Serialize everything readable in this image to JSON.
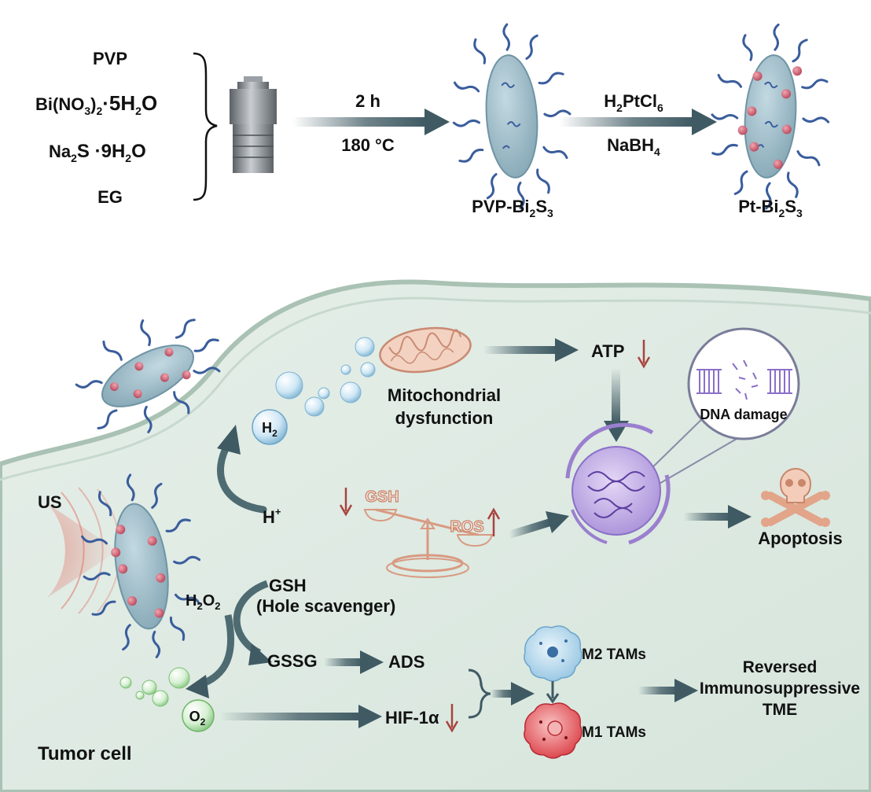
{
  "synthesis": {
    "reagents": {
      "pvp": "PVP",
      "bi_main": "Bi(NO",
      "bi_sub3": "3",
      "bi_sub2": "2",
      "bi_dot": "·5H",
      "bi_sub2b": "2",
      "bi_end": "O",
      "na_main": "Na",
      "na_sub2": "2",
      "na_mid": "S ·9H",
      "na_sub2b": "2",
      "na_end": "O",
      "eg": "EG"
    },
    "step1": {
      "time": "2 h",
      "temp": "180 °C"
    },
    "product1": {
      "main": "PVP-Bi",
      "sub2": "2",
      "s": "S",
      "sub3": "3"
    },
    "step2": {
      "r1_main": "H",
      "r1_sub2": "2",
      "r1_mid": "PtCl",
      "r1_sub6": "6",
      "r2_main": "NaBH",
      "r2_sub4": "4"
    },
    "product2": {
      "main": "Pt-Bi",
      "sub2": "2",
      "s": "S",
      "sub3": "3"
    }
  },
  "mechanism": {
    "us": "US",
    "h2": {
      "main": "H",
      "sub": "2"
    },
    "hplus": {
      "main": "H",
      "sup": "+"
    },
    "mito_line1": "Mitochondrial",
    "mito_line2": "dysfunction",
    "atp": "ATP",
    "dna_damage": "DNA damage",
    "gsh_scale": "GSH",
    "ros_scale": "ROS",
    "apoptosis": "Apoptosis",
    "h2o2": {
      "main": "H",
      "sub1": "2",
      "mid": "O",
      "sub2": "2"
    },
    "gsh_line1": "GSH",
    "gsh_line2": "(Hole scavenger)",
    "gssg": "GSSG",
    "ads": "ADS",
    "o2": {
      "main": "O",
      "sub": "2"
    },
    "hif": "HIF-1α",
    "m2": "M2 TAMs",
    "m1": "M1 TAMs",
    "reversed_line1": "Reversed",
    "reversed_line2": "Immunosuppressive",
    "reversed_line3": "TME",
    "tumor_cell": "Tumor cell"
  },
  "colors": {
    "arrow": "#3f5a63",
    "cell_fill": "#dde9e2",
    "cell_border": "#a9c2b4",
    "particle": "#9ab7c2",
    "pt_dot": "#c8566a",
    "down_arrow": "#a8443f",
    "purple": "#9b7fcf",
    "skull": "#e2a58a"
  }
}
